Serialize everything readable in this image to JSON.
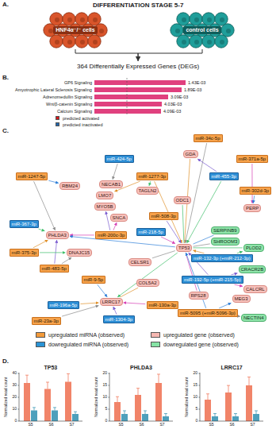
{
  "diagram": {
    "title": "DIFFERENTIATION STAGE 5-7",
    "nodes": [
      {
        "text": [
          "HNF4α⁻/⁻ cells"
        ]
      },
      {
        "text": [
          "control cells"
        ]
      },
      {
        "text": [
          "364 Differentially Expressed Genes (DEGs)"
        ]
      },
      {
        "text": [
          "miR-34c-5p"
        ]
      },
      {
        "text": [
          "GDA"
        ]
      },
      {
        "text": [
          "miR-371a-5p"
        ]
      },
      {
        "text": [
          "miR-455-3p"
        ]
      },
      {
        "text": [
          "miR-302d-3p"
        ]
      },
      {
        "text": [
          "PERP"
        ]
      },
      {
        "text": [
          "miR-1247-5p"
        ]
      },
      {
        "text": [
          "RBM24"
        ]
      },
      {
        "text": [
          "miR-424-5p"
        ]
      },
      {
        "text": [
          "NECAB1"
        ]
      },
      {
        "text": [
          "miR-1277-3p"
        ]
      },
      {
        "text": [
          "TAGLN2"
        ]
      },
      {
        "text": [
          "LMO7"
        ]
      },
      {
        "text": [
          "MYO5B"
        ]
      },
      {
        "text": [
          "SNCA"
        ]
      },
      {
        "text": [
          "ODC1"
        ]
      },
      {
        "text": [
          "miR-508-3p"
        ]
      },
      {
        "text": [
          "miR-367-3p"
        ]
      },
      {
        "text": [
          "PHLDA3"
        ]
      },
      {
        "text": [
          "miR-375-3p"
        ]
      },
      {
        "text": [
          "DNAJC15"
        ]
      },
      {
        "text": [
          "miR-200c-3p"
        ]
      },
      {
        "text": [
          "miR-218-5p"
        ]
      },
      {
        "text": [
          "TP53"
        ]
      },
      {
        "text": [
          "SERPINB9"
        ]
      },
      {
        "text": [
          "SHROOM3"
        ]
      },
      {
        "text": [
          "PLOD2"
        ]
      },
      {
        "text": [
          "miR-132-3p (+miR-212-3p)"
        ]
      },
      {
        "text": [
          "CRACR2B"
        ]
      },
      {
        "text": [
          "miR-192-5p (+miR-215-5p)"
        ]
      },
      {
        "text": [
          "CALCRL"
        ]
      },
      {
        "text": [
          "miR-483-5p"
        ]
      },
      {
        "text": [
          "CELSR1"
        ]
      },
      {
        "text": [
          "COL5A2"
        ]
      },
      {
        "text": [
          "miR-9-5p"
        ]
      },
      {
        "text": [
          "LRRC17"
        ]
      },
      {
        "text": [
          "miR-196a-5p"
        ]
      },
      {
        "text": [
          "miR-130a-3p"
        ]
      },
      {
        "text": [
          "RPS28"
        ]
      },
      {
        "text": [
          "MEG3"
        ]
      },
      {
        "text": [
          "miR-5095 (+miR-5096-3p)"
        ]
      },
      {
        "text": [
          "NECTIN4"
        ]
      },
      {
        "text": [
          "miR-1304-3p"
        ]
      },
      {
        "text": [
          "miR-23a-3p"
        ]
      }
    ],
    "edges": [
      {
        "from": 0,
        "to": 2,
        "arrow": "to"
      },
      {
        "from": 1,
        "to": 2,
        "arrow": "to"
      },
      {
        "from": 9,
        "to": 21,
        "arrow": "to"
      },
      {
        "from": 20,
        "to": 21,
        "arrow": "to"
      },
      {
        "from": 22,
        "to": 21,
        "arrow": "to"
      },
      {
        "from": 34,
        "to": 21,
        "arrow": "to"
      },
      {
        "from": 24,
        "to": 21,
        "arrow": "to"
      },
      {
        "from": 26,
        "to": 21,
        "arrow": "to"
      },
      {
        "from": 3,
        "to": 26,
        "arrow": "to"
      },
      {
        "from": 6,
        "to": 26,
        "arrow": "to"
      },
      {
        "from": 13,
        "to": 26,
        "arrow": "to"
      },
      {
        "from": 19,
        "to": 26,
        "arrow": "to"
      },
      {
        "from": 25,
        "to": 26,
        "arrow": "to"
      },
      {
        "from": 27,
        "to": 26,
        "arrow": "none"
      },
      {
        "from": 28,
        "to": 26,
        "arrow": "none"
      },
      {
        "from": 29,
        "to": 26,
        "arrow": "none"
      },
      {
        "from": 30,
        "to": 26,
        "arrow": "to"
      },
      {
        "from": 32,
        "to": 26,
        "arrow": "to"
      },
      {
        "from": 41,
        "to": 26,
        "arrow": "none"
      },
      {
        "from": 43,
        "to": 26,
        "arrow": "to"
      },
      {
        "from": 35,
        "to": 26,
        "arrow": "none"
      },
      {
        "from": 18,
        "to": 26,
        "arrow": "none"
      },
      {
        "from": 4,
        "to": 26,
        "arrow": "none"
      },
      {
        "from": 6,
        "to": 4,
        "arrow": "to"
      },
      {
        "from": 5,
        "to": 8,
        "arrow": "to"
      },
      {
        "from": 7,
        "to": 8,
        "arrow": "to"
      },
      {
        "from": 11,
        "to": 12,
        "arrow": "to"
      },
      {
        "from": 13,
        "to": 14,
        "arrow": "to"
      },
      {
        "from": 13,
        "to": 15,
        "arrow": "to"
      },
      {
        "from": 24,
        "to": 16,
        "arrow": "to"
      },
      {
        "from": 24,
        "to": 17,
        "arrow": "to"
      },
      {
        "from": 9,
        "to": 10,
        "arrow": "to"
      },
      {
        "from": 34,
        "to": 23,
        "arrow": "to"
      },
      {
        "from": 22,
        "to": 23,
        "arrow": "to"
      },
      {
        "from": 39,
        "to": 38,
        "arrow": "to"
      },
      {
        "from": 45,
        "to": 38,
        "arrow": "to"
      },
      {
        "from": 40,
        "to": 38,
        "arrow": "to"
      },
      {
        "from": 37,
        "to": 38,
        "arrow": "to"
      },
      {
        "from": 46,
        "to": 38,
        "arrow": "to"
      },
      {
        "from": 26,
        "to": 38,
        "arrow": "to"
      },
      {
        "from": 36,
        "to": 38,
        "arrow": "none"
      },
      {
        "from": 32,
        "to": 31,
        "arrow": "to"
      },
      {
        "from": 32,
        "to": 33,
        "arrow": "to"
      },
      {
        "from": 43,
        "to": 42,
        "arrow": "to"
      },
      {
        "from": 43,
        "to": 44,
        "arrow": "to"
      },
      {
        "from": 30,
        "to": 29,
        "arrow": "to"
      }
    ],
    "labels": [
      "A.",
      "B.",
      "GP6 Signaling",
      "Amyotrophic Lateral Sclerosis Signaling",
      "Adrenomedullin Signaling",
      "Wnt/β-catenin Signaling",
      "Calcium Signaling",
      "1.43E-03",
      "1.89E-03",
      "3.09E-03",
      "4.03E-03",
      "4.09E-03",
      "C.",
      "D.",
      "TP53",
      "PHLDA3",
      "LRRC17",
      "Normalized read count",
      "Normalized read count",
      "Normalized read count",
      "0",
      "10",
      "20",
      "30",
      "40",
      "0",
      "5",
      "10",
      "15",
      "20",
      "0",
      "5",
      "10",
      "15",
      "20",
      "S5",
      "S6",
      "S7",
      "S5",
      "S6",
      "S7",
      "S5",
      "S6",
      "S7"
    ],
    "legend": [
      {
        "text": "predicted activated",
        "color": "#d7191c"
      },
      {
        "text": "predicted inactivated",
        "color": "#2166ac"
      },
      {
        "text": "upregulated miRNA (observed)",
        "color": "#f39a3a"
      },
      {
        "text": "dowregulated miRNA (observed)",
        "color": "#2a93d5"
      },
      {
        "text": "upregulated gene (observed)",
        "color": "#f6b8b2"
      },
      {
        "text": "dowregulated gene (observed)",
        "color": "#86e3a5"
      }
    ]
  }
}
